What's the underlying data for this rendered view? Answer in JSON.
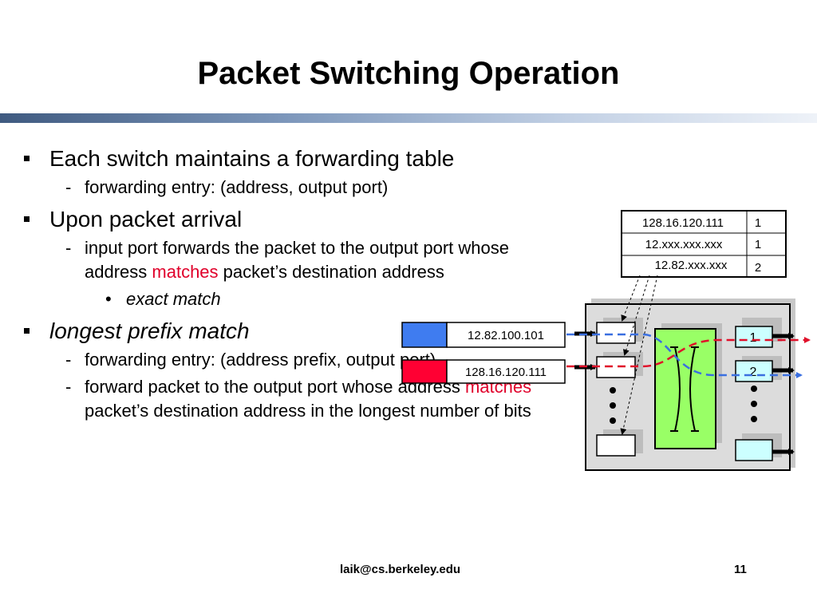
{
  "slide": {
    "title": "Packet Switching Operation",
    "bullets": {
      "b1": "Each switch maintains a forwarding table",
      "b1_sub1": "forwarding entry: (address, output port)",
      "b2": "Upon packet arrival",
      "b2_sub1_pre": "input port forwards the packet to the output port whose address ",
      "b2_sub1_em": "matches",
      "b2_sub1_post": " packet’s destination address",
      "b2_sub2": "exact match",
      "b3": "longest prefix match",
      "b3_sub1": "forwarding entry: (address prefix, output port)",
      "b3_sub2_pre": "forward packet to the output port whose address ",
      "b3_sub2_em": "matches",
      "b3_sub2_post": " packet’s destination address in the longest number of bits",
      "dash": "-",
      "dot": "•"
    },
    "forwarding_table": [
      {
        "address": "128.16.120.111",
        "port": "1"
      },
      {
        "address": "12.xxx.xxx.xxx",
        "port": "1"
      },
      {
        "address": "12.82.xxx.xxx",
        "port": "2"
      }
    ],
    "packets": [
      {
        "address": "12.82.100.101",
        "color": "#3f7cf0"
      },
      {
        "address": "128.16.120.111",
        "color": "#ff0033"
      }
    ],
    "switch": {
      "output_ports": [
        "1",
        "2"
      ],
      "fabric_color": "#99ff66",
      "output_port_color": "#ccffff",
      "frame_color": "#dcdcdc"
    },
    "footer": {
      "email": "laik@cs.berkeley.edu",
      "page": "11"
    }
  }
}
